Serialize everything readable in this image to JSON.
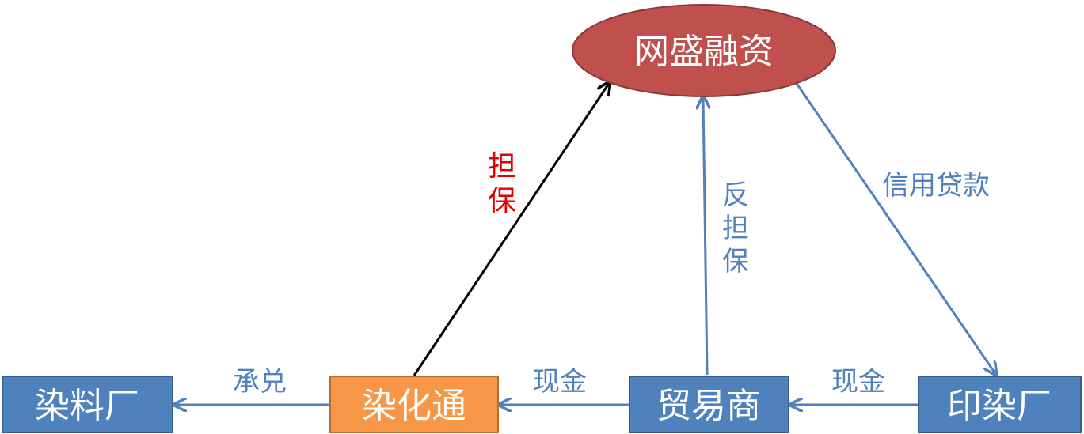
{
  "nodes": {
    "wangsheng": "网盛融资",
    "ranliaochang": "染料厂",
    "ranhuatong": "染化通",
    "maoyishang": "贸易商",
    "yinranchang": "印染厂"
  },
  "edges": {
    "guarantee": [
      "担",
      "保"
    ],
    "counter_guarantee": [
      "反",
      "担",
      "保"
    ],
    "credit_loan": "信用贷款",
    "acceptance": "承兑",
    "cash_1": "现金",
    "cash_2": "现金"
  },
  "colors": {
    "ellipse_fill": "#c0504d",
    "ellipse_stroke": "#8c3836",
    "box_blue": "#4f81bd",
    "box_blue_stroke": "#385d8a",
    "box_orange": "#f79646",
    "box_orange_stroke": "#b66d31",
    "arrow_blue": "#4f81bd",
    "arrow_black": "#000000",
    "label_red": "#e00000"
  }
}
